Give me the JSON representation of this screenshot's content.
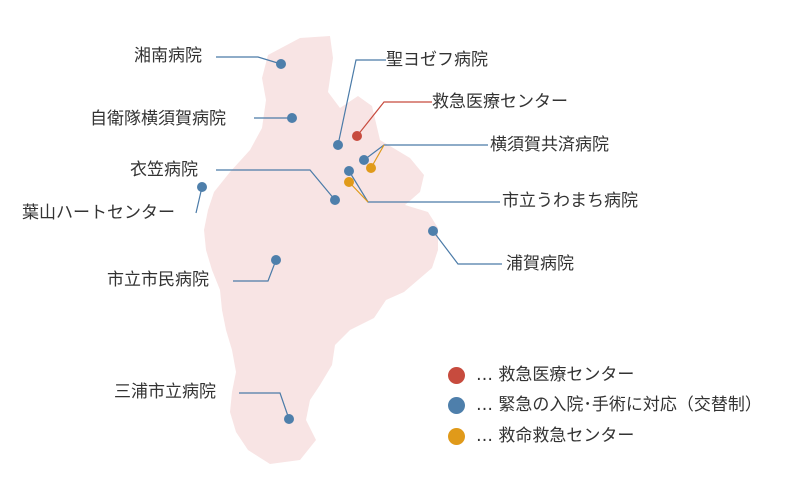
{
  "colors": {
    "land": "#f8e4e4",
    "line_default": "#4b7ba8",
    "emergency_center": "#c74b3e",
    "emergency_admission": "#4e7fab",
    "critical_care": "#e09a1a"
  },
  "hospitals": [
    {
      "id": "shonan",
      "label": "湘南病院",
      "type": "emergency_admission"
    },
    {
      "id": "jieitai",
      "label": "自衛隊横須賀病院",
      "type": "emergency_admission"
    },
    {
      "id": "kinugasa",
      "label": "衣笠病院",
      "type": "emergency_admission"
    },
    {
      "id": "hayama",
      "label": "葉山ハートセンター",
      "type": "emergency_admission"
    },
    {
      "id": "shiritsu-shimin",
      "label": "市立市民病院",
      "type": "emergency_admission"
    },
    {
      "id": "miura",
      "label": "三浦市立病院",
      "type": "emergency_admission"
    },
    {
      "id": "st-joseph",
      "label": "聖ヨゼフ病院",
      "type": "emergency_admission"
    },
    {
      "id": "kyukyu-center",
      "label": "救急医療センター",
      "type": "emergency_center"
    },
    {
      "id": "kyosai",
      "label": "横須賀共済病院",
      "type": "emergency_admission"
    },
    {
      "id": "uwamachi",
      "label": "市立うわまち病院",
      "type": "emergency_admission"
    },
    {
      "id": "uraga",
      "label": "浦賀病院",
      "type": "emergency_admission"
    }
  ],
  "legend": [
    {
      "id": "emergency-center",
      "color_key": "emergency_center",
      "text": "… 救急医療センター"
    },
    {
      "id": "emergency-admission",
      "color_key": "emergency_admission",
      "text": "… 緊急の入院･手術に対応（交替制）"
    },
    {
      "id": "critical-care",
      "color_key": "critical_care",
      "text": "… 救命救急センター"
    }
  ]
}
